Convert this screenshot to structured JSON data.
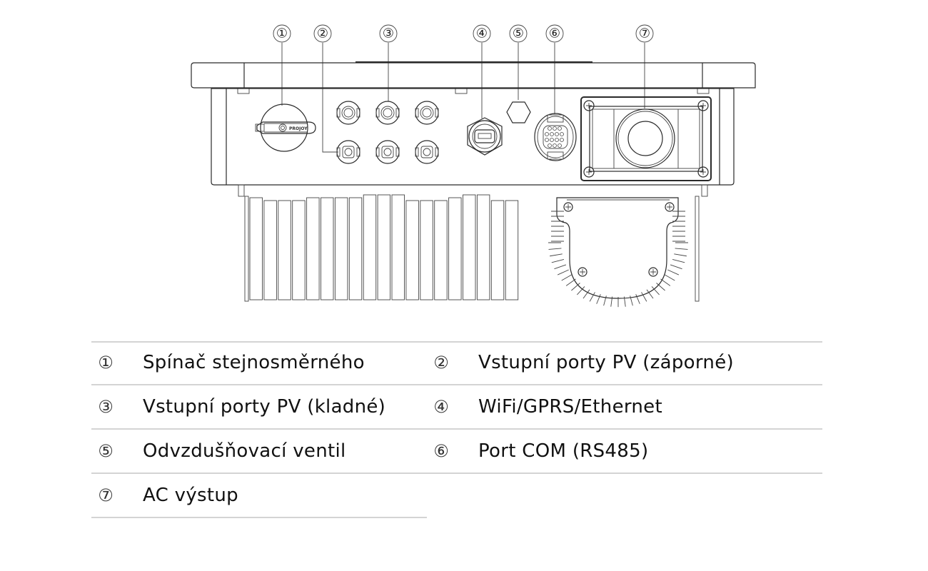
{
  "diagram": {
    "title": "Inverter bottom view",
    "callouts": [
      "①",
      "②",
      "③",
      "④",
      "⑤",
      "⑥",
      "⑦"
    ],
    "switch_brand": "PROJOY"
  },
  "legend": {
    "items": [
      {
        "num": "①",
        "label": "Spínač stejnosměrného"
      },
      {
        "num": "②",
        "label": "Vstupní porty PV (záporné)"
      },
      {
        "num": "③",
        "label": "Vstupní porty PV (kladné)"
      },
      {
        "num": "④",
        "label": "WiFi/GPRS/Ethernet"
      },
      {
        "num": "⑤",
        "label": "Odvzdušňovací ventil"
      },
      {
        "num": "⑥",
        "label": "Port COM (RS485)"
      },
      {
        "num": "⑦",
        "label": "AC výstup"
      }
    ]
  },
  "colors": {
    "line": "#2a2a2a",
    "rule": "#d4d4d4",
    "text": "#111111"
  }
}
